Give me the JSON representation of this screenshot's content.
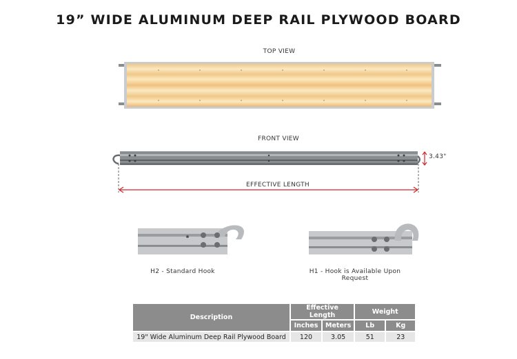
{
  "title": "19” WIDE ALUMINUM DEEP RAIL PLYWOOD BOARD",
  "views": {
    "top": "TOP VIEW",
    "front": "FRONT VIEW",
    "effective_length": "EFFECTIVE LENGTH",
    "height_dim": "3.43\""
  },
  "hooks": {
    "h2": "H2 - Standard Hook",
    "h1": "H1 - Hook is Available Upon Request"
  },
  "table": {
    "col_description": "Description",
    "col_effective_length": "Effective Length",
    "col_weight": "Weight",
    "sub_inches": "Inches",
    "sub_meters": "Meters",
    "sub_lb": "Lb",
    "sub_kg": "Kg",
    "rows": [
      {
        "description": "19\" Wide Aluminum Deep Rail Plywood Board",
        "inches": "120",
        "meters": "3.05",
        "lb": "51",
        "kg": "23"
      }
    ]
  },
  "colors": {
    "wood_light": "#fbe9c2",
    "wood_dark": "#efc889",
    "rail": "#7a7d80",
    "dimension_red": "#d0262b",
    "header_gray": "#8c8c8c",
    "cell_gray": "#e6e6e6"
  }
}
